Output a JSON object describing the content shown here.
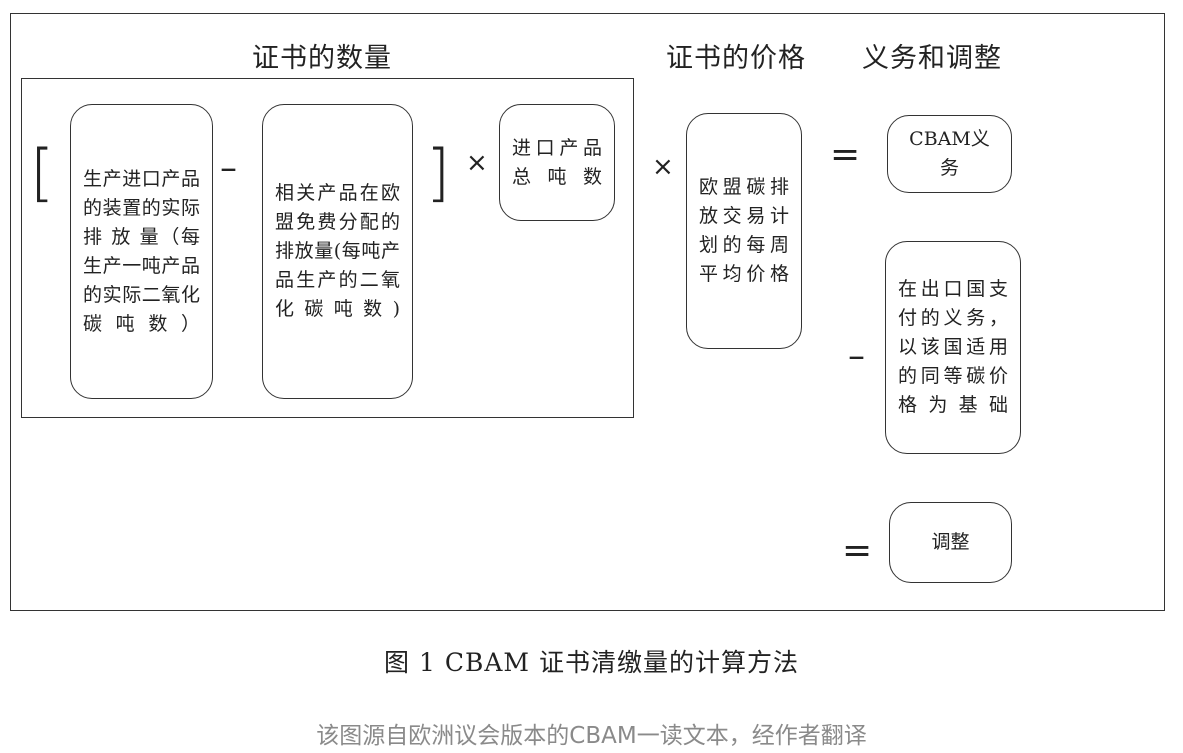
{
  "headings": {
    "quantity": "证书的数量",
    "price": "证书的价格",
    "obligation": "义务和调整"
  },
  "boxes": {
    "actual_emissions": "生产进口产品的装置的实际排 放 量（每生产一吨产品的实际二氧化碳吨数）",
    "free_allocation": "相关产品在欧盟免费分配的排放量(每吨产品生产的二氧化碳吨数)",
    "total_tonnes": "进口产品总吨数",
    "ets_price": "欧盟碳排放交易计划的每周平均价格",
    "cbam_obligation": "CBAM义务",
    "origin_payment": "在出口国支付的义务，以该国适用的同等碳价格为基础",
    "adjustment": "调整"
  },
  "operators": {
    "open_bracket": "[",
    "minus1": "–",
    "close_bracket": "]",
    "times1": "×",
    "times2": "×",
    "equals1": "=",
    "minus2": "–",
    "equals2": "="
  },
  "caption": "图 1 CBAM 证书清缴量的计算方法",
  "source": "该图源自欧洲议会版本的CBAM一读文本，经作者翻译"
}
